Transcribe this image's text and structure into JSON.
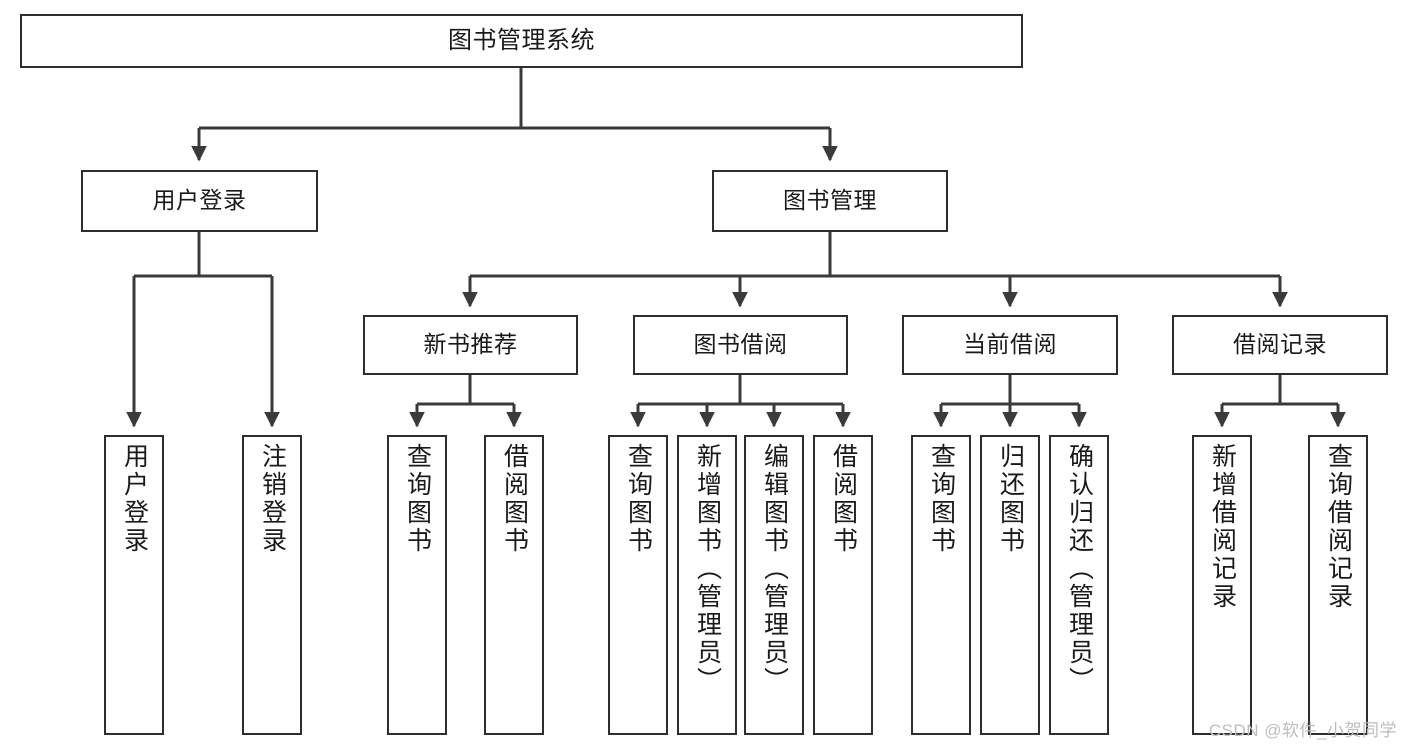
{
  "diagram": {
    "title": "图书管理系统",
    "type": "hierarchy-tree",
    "colors": {
      "box_border": "#2e2e2e",
      "box_fill": "#ffffff",
      "edge": "#3a3a3a",
      "text": "#1a1a1a",
      "watermark": "#bdbdbd"
    },
    "levels": {
      "root": {
        "label": "图书管理系统"
      },
      "level2": [
        {
          "label": "用户登录"
        },
        {
          "label": "图书管理"
        }
      ],
      "level3": [
        {
          "label": "新书推荐"
        },
        {
          "label": "图书借阅"
        },
        {
          "label": "当前借阅"
        },
        {
          "label": "借阅记录"
        }
      ],
      "leaves": {
        "user_login": [
          {
            "label": "用户登录"
          },
          {
            "label": "注销登录"
          }
        ],
        "new_book_recommend": [
          {
            "label": "查询图书"
          },
          {
            "label": "借阅图书"
          }
        ],
        "book_borrow": [
          {
            "label": "查询图书"
          },
          {
            "label": "新增图书（管理员）"
          },
          {
            "label": "编辑图书（管理员）"
          },
          {
            "label": "借阅图书"
          }
        ],
        "current_borrow": [
          {
            "label": "查询图书"
          },
          {
            "label": "归还图书"
          },
          {
            "label": "确认归还（管理员）"
          }
        ],
        "borrow_record": [
          {
            "label": "新增借阅记录"
          },
          {
            "label": "查询借阅记录"
          }
        ]
      }
    },
    "watermark": "CSDN @软件_小贺同学"
  }
}
